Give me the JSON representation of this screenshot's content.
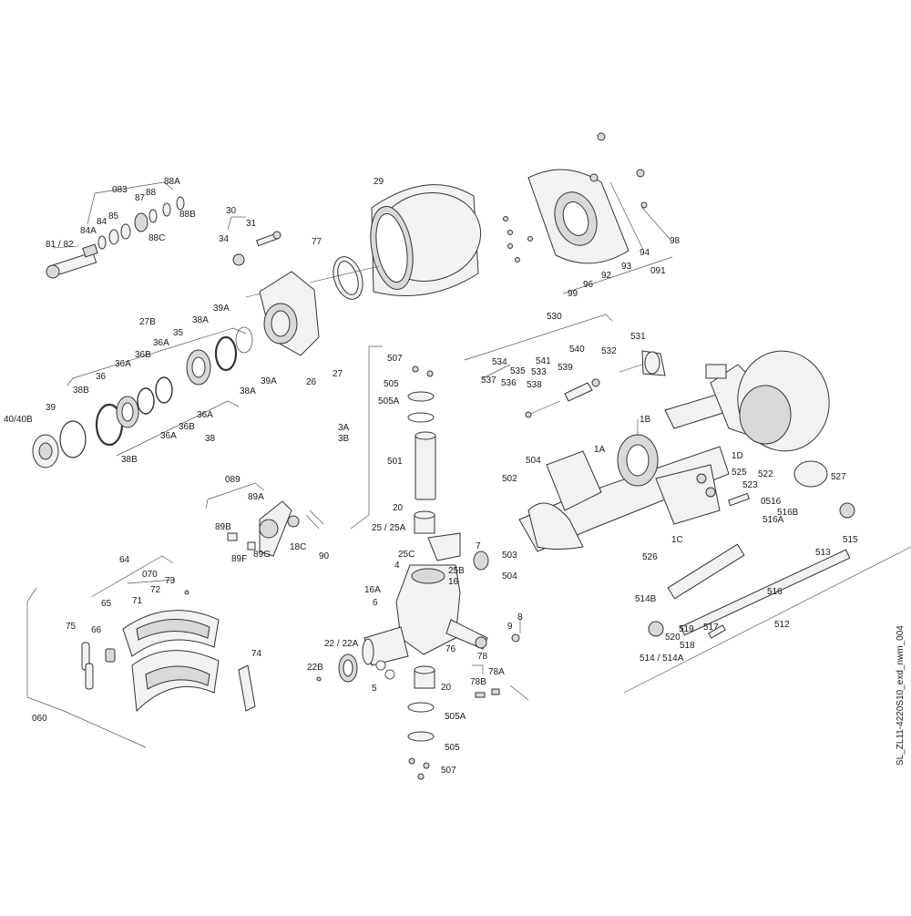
{
  "drawing_ref": "SL_ZL11-4220S10_exd_nwm_004",
  "labels": {
    "l083": "083",
    "l88A": "88A",
    "l88": "88",
    "l87": "87",
    "l88B": "88B",
    "l85": "85",
    "l84": "84",
    "l84A": "84A",
    "l88C": "88C",
    "l8182": "81 / 82",
    "l30": "30",
    "l31": "31",
    "l34": "34",
    "l29": "29",
    "l77": "77",
    "l98": "98",
    "l94": "94",
    "l93": "93",
    "l92": "92",
    "l96": "96",
    "l99": "99",
    "l091": "091",
    "l27B": "27B",
    "l39A_1": "39A",
    "l35": "35",
    "l38A_1": "38A",
    "l36A_1": "36A",
    "l36B_1": "36B",
    "l36_1": "36",
    "l36A_2": "36A",
    "l38B_1": "38B",
    "l39": "39",
    "l40": "40/40B",
    "l36B_2": "36B",
    "l36A_3": "36A",
    "l36A_4": "36A",
    "l38": "38",
    "l38B_2": "38B",
    "l39A_2": "39A",
    "l38A_2": "38A",
    "l26": "26",
    "l27": "27",
    "l507_1": "507",
    "l505_1": "505",
    "l505A_1": "505A",
    "l3A": "3A",
    "l3B": "3B",
    "l501": "501",
    "l530": "530",
    "l531": "531",
    "l532": "532",
    "l540": "540",
    "l534": "534",
    "l535": "535",
    "l541": "541",
    "l533": "533",
    "l539": "539",
    "l537": "537",
    "l536": "536",
    "l538": "538",
    "l1B": "1B",
    "l1A": "1A",
    "l1D": "1D",
    "l525": "525",
    "l522": "522",
    "l523": "523",
    "l527": "527",
    "l504_1": "504",
    "l502": "502",
    "l1C": "1C",
    "l0516": "0516",
    "l516B": "516B",
    "l516A": "516A",
    "l515": "515",
    "l513": "513",
    "l526": "526",
    "l516": "516",
    "l512": "512",
    "l089": "089",
    "l89A": "89A",
    "l89B": "89B",
    "l89F": "89F",
    "l89G": "89G",
    "l18C": "18C",
    "l90": "90",
    "l20_1": "20",
    "l2525A": "25 / 25A",
    "l25C": "25C",
    "l4": "4",
    "l7": "7",
    "l25B": "25B",
    "l16": "16",
    "l16A": "16A",
    "l6": "6",
    "l503": "503",
    "l504_2": "504",
    "l64": "64",
    "l070": "070",
    "l73": "73",
    "l65": "65",
    "l71": "71",
    "l72": "72",
    "l75": "75",
    "l66": "66",
    "l74": "74",
    "l060": "060",
    "l2222A": "22 / 22A",
    "l22B": "22B",
    "l5": "5",
    "l76": "76",
    "l20_2": "20",
    "l8": "8",
    "l9": "9",
    "l78": "78",
    "l78A": "78A",
    "l78B": "78B",
    "l505A_2": "505A",
    "l505_2": "505",
    "l507_2": "507",
    "l514B": "514B",
    "l520": "520",
    "l519": "519",
    "l517": "517",
    "l518": "518",
    "l514": "514 / 514A"
  }
}
